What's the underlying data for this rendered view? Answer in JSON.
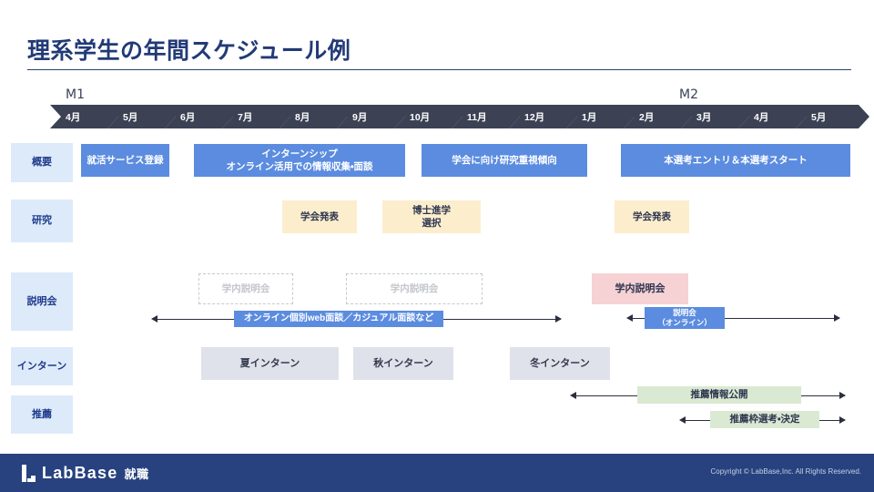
{
  "slide": {
    "title": "理系学生の年間スケジュール例"
  },
  "timeline": {
    "year_markers": [
      {
        "label": "M1"
      },
      {
        "label": "M2"
      }
    ],
    "months": [
      {
        "label": "4月"
      },
      {
        "label": "5月"
      },
      {
        "label": "6月"
      },
      {
        "label": "7月"
      },
      {
        "label": "8月"
      },
      {
        "label": "9月"
      },
      {
        "label": "10月"
      },
      {
        "label": "11月"
      },
      {
        "label": "12月"
      },
      {
        "label": "1月"
      },
      {
        "label": "2月"
      },
      {
        "label": "3月"
      },
      {
        "label": "4月"
      },
      {
        "label": "5月"
      }
    ]
  },
  "rows": [
    {
      "label": "概要"
    },
    {
      "label": "研究"
    },
    {
      "label": "説明会"
    },
    {
      "label": "インターン"
    },
    {
      "label": "推薦"
    }
  ],
  "overview_bars": [
    {
      "label": "就活サービス登録"
    },
    {
      "label": "インターンシップ\nオンライン活用での情報収集・面談"
    },
    {
      "label": "学会に向け研究重視傾向"
    },
    {
      "label": "本選考エントリ＆本選考スタート"
    }
  ],
  "research_bars": [
    {
      "label": "学会発表"
    },
    {
      "label": "博士進学\n選択"
    },
    {
      "label": "学会発表"
    }
  ],
  "session_bars": [
    {
      "label": "学内説明会"
    },
    {
      "label": "学内説明会"
    },
    {
      "label": "学内説明会"
    },
    {
      "label": "オンライン個別web面談／カジュアル面談など"
    },
    {
      "label": "説明会\n（オンライン）"
    }
  ],
  "intern_bars": [
    {
      "label": "夏インターン"
    },
    {
      "label": "秋インターン"
    },
    {
      "label": "冬インターン"
    }
  ],
  "recommend_bars": [
    {
      "label": "推薦情報公開"
    },
    {
      "label": "推薦枠選考・決定"
    }
  ],
  "footer": {
    "logo_text": "LabBase",
    "logo_sub": "就職",
    "copyright": "Copyright © LabBase,Inc. All Rights Reserved."
  },
  "colors": {
    "title": "#223a77",
    "chevron": "#3c4254",
    "row_label_bg": "#ddeaf9",
    "blue": "#5b8ce0",
    "cream": "#fceecd",
    "gray": "#dfe2ea",
    "pink": "#f6d2d4",
    "green": "#d9e9d2",
    "footer": "#27427f"
  }
}
